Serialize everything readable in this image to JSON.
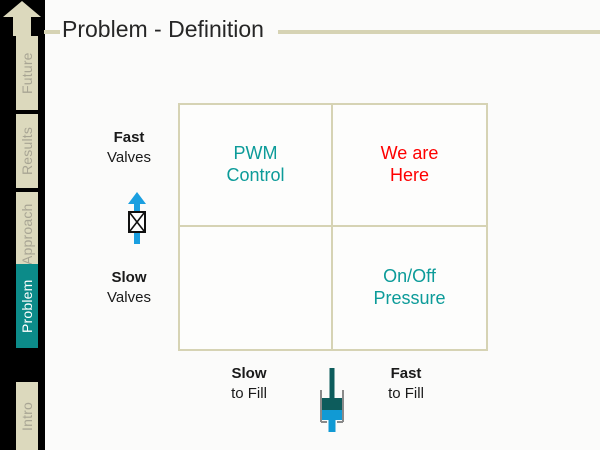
{
  "slide": {
    "title": "Problem - Definition",
    "background_color": "#fbfbfa",
    "accent_color": "#d6d3b4",
    "active_tab_color": "#0c8b89",
    "teal_text_color": "#0c9b99",
    "red_text_color": "#fe0000"
  },
  "nav": {
    "arrow_icon": "up-arrow-icon",
    "tabs": [
      {
        "label": "Future",
        "active": false
      },
      {
        "label": "Results",
        "active": false
      },
      {
        "label": "Approach",
        "active": false
      },
      {
        "label": "Problem",
        "active": true
      },
      {
        "label": "Intro",
        "active": false
      }
    ]
  },
  "matrix": {
    "quadrants": [
      {
        "position": "top-left",
        "line1": "PWM",
        "line2": "Control",
        "color": "#0c9b99"
      },
      {
        "position": "top-right",
        "line1": "We are",
        "line2": "Here",
        "color": "#fe0000"
      },
      {
        "position": "bottom-left",
        "line1": "",
        "line2": "",
        "color": "#0c9b99"
      },
      {
        "position": "bottom-right",
        "line1": "On/Off",
        "line2": "Pressure",
        "color": "#0c9b99"
      }
    ]
  },
  "axes": {
    "y_axis": {
      "icon": "valve-icon",
      "high_label": {
        "strong": "Fast",
        "plain": "Valves"
      },
      "low_label": {
        "strong": "Slow",
        "plain": "Valves"
      }
    },
    "x_axis": {
      "icon": "hydraulic-cylinder-icon",
      "low_label": {
        "strong": "Slow",
        "plain": "to Fill"
      },
      "high_label": {
        "strong": "Fast",
        "plain": "to Fill"
      }
    }
  }
}
